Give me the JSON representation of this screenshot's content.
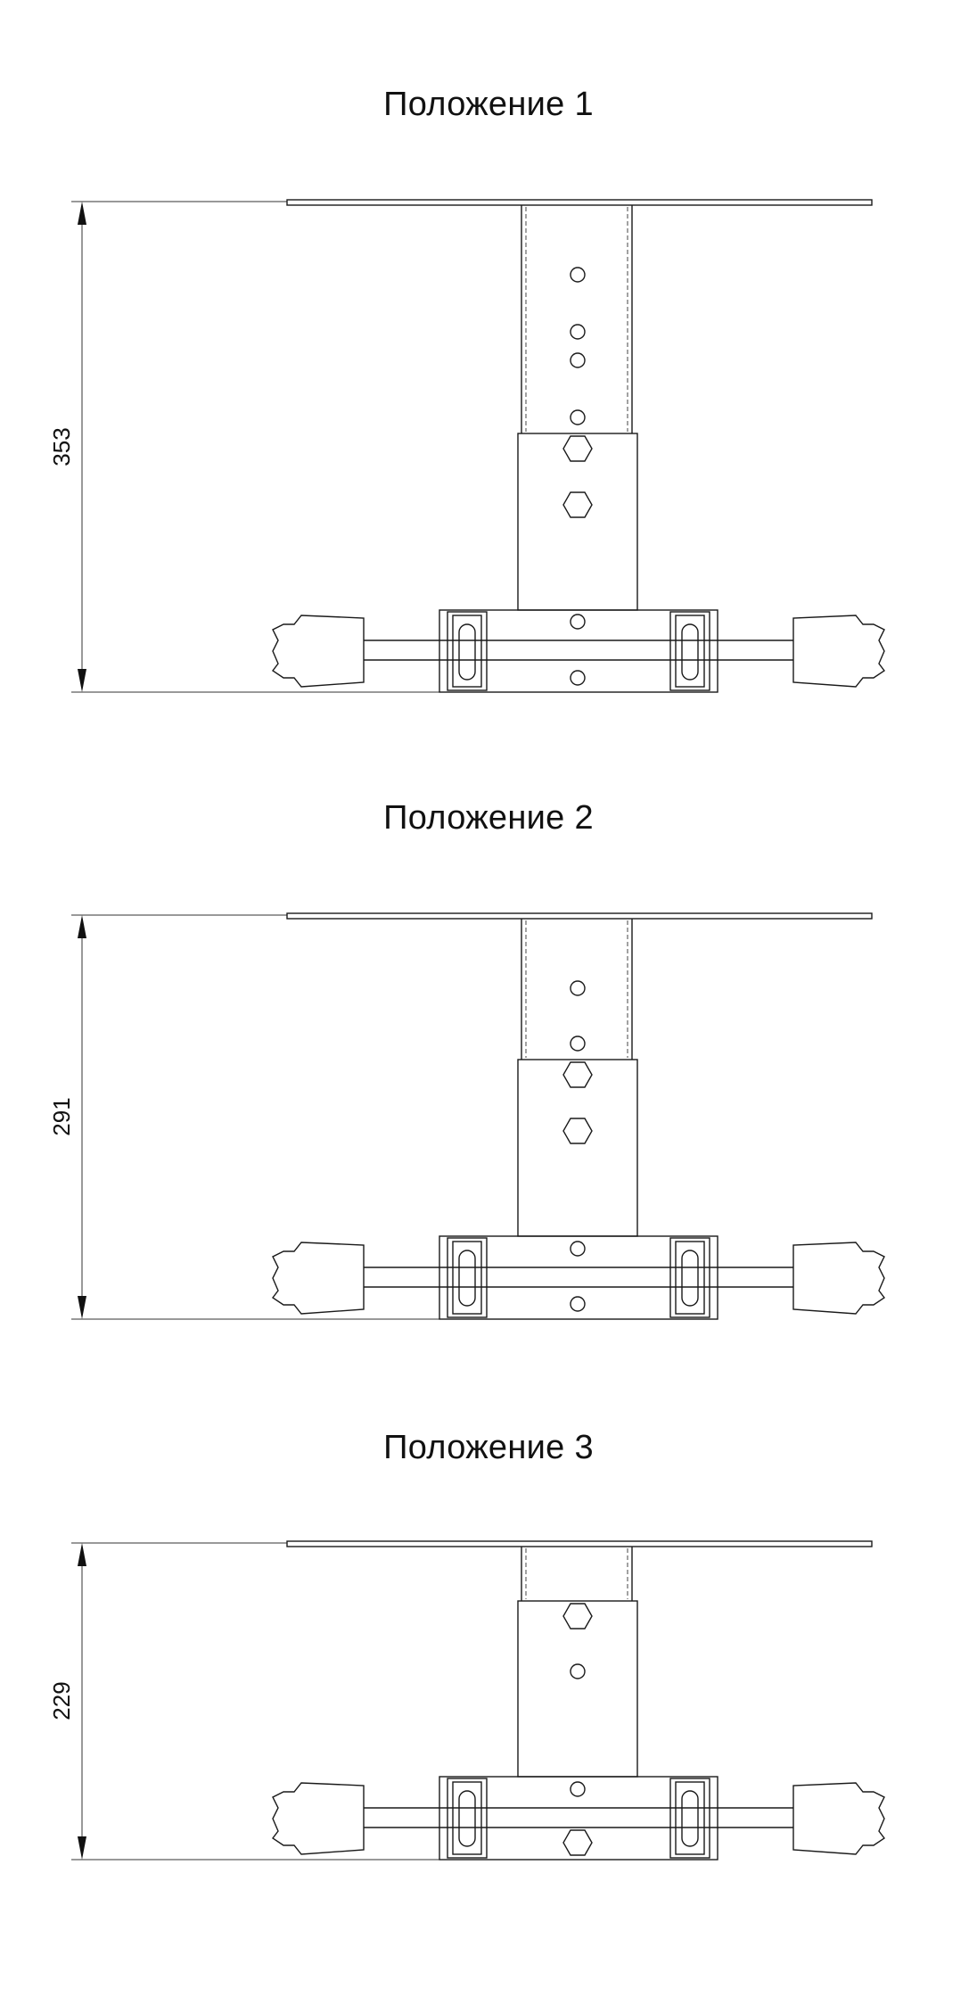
{
  "positions": [
    {
      "title": "Положение 1",
      "dimension": "353"
    },
    {
      "title": "Положение 2",
      "dimension": "291"
    },
    {
      "title": "Положение 3",
      "dimension": "229"
    }
  ]
}
